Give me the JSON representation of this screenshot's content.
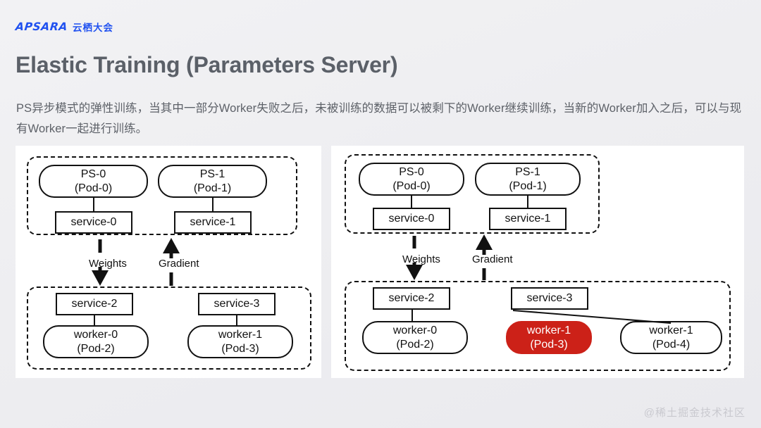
{
  "brand": {
    "latin": "APSARA",
    "chinese": "云栖大会",
    "color": "#2051f0"
  },
  "page_title": "Elastic Training (Parameters Server)",
  "description": "PS异步模式的弹性训练，当其中一部分Worker失败之后，未被训练的数据可以被剩下的Worker继续训练，当新的Worker加入之后，可以与现有Worker一起进行训练。",
  "colors": {
    "background": "#f0f0f3",
    "panel": "#ffffff",
    "title_text": "#5b6068",
    "body_text": "#5d6168",
    "stroke": "#111111",
    "failed": "#cc2118",
    "watermark": "#c9c9cf"
  },
  "diagrams": [
    {
      "id": "before-failure",
      "ps_group_label": "",
      "worker_group_label": "",
      "ps_nodes": [
        {
          "name": "PS-0",
          "pod": "(Pod-0)"
        },
        {
          "name": "PS-1",
          "pod": "(Pod-1)"
        }
      ],
      "ps_services": [
        "service-0",
        "service-1"
      ],
      "arrows": [
        {
          "label": "Weights",
          "direction": "down"
        },
        {
          "label": "Gradient",
          "direction": "up"
        }
      ],
      "worker_services": [
        "service-2",
        "service-3"
      ],
      "worker_nodes": [
        {
          "name": "worker-0",
          "pod": "(Pod-2)",
          "state": "running"
        },
        {
          "name": "worker-1",
          "pod": "(Pod-3)",
          "state": "running"
        }
      ]
    },
    {
      "id": "after-failure-and-rejoin",
      "ps_group_label": "",
      "worker_group_label": "",
      "ps_nodes": [
        {
          "name": "PS-0",
          "pod": "(Pod-0)"
        },
        {
          "name": "PS-1",
          "pod": "(Pod-1)"
        }
      ],
      "ps_services": [
        "service-0",
        "service-1"
      ],
      "arrows": [
        {
          "label": "Weights",
          "direction": "down"
        },
        {
          "label": "Gradient",
          "direction": "up"
        }
      ],
      "worker_services": [
        "service-2",
        "service-3"
      ],
      "worker_nodes": [
        {
          "name": "worker-0",
          "pod": "(Pod-2)",
          "state": "running"
        },
        {
          "name": "worker-1",
          "pod": "(Pod-3)",
          "state": "failed"
        },
        {
          "name": "worker-1",
          "pod": "(Pod-4)",
          "state": "running"
        }
      ]
    }
  ],
  "watermark": "@稀土掘金技术社区"
}
